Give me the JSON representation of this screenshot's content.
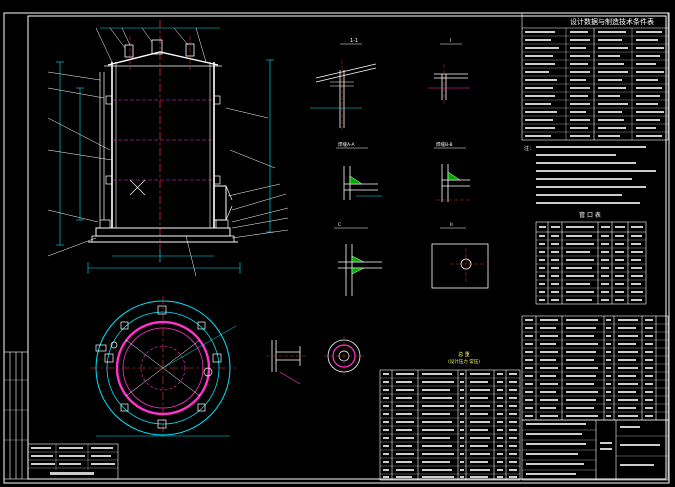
{
  "colors": {
    "background": "#000000",
    "frame": "#ffffff",
    "vessel": "#ffffff",
    "centerline": "#ff3333",
    "dimension": "#00e5ff",
    "plan_ring": "#00e5ff",
    "plan_inner": "#ff33cc",
    "table_line": "#ffffff",
    "table_text": "#ffff66"
  },
  "title_tables": {
    "design_spec": {
      "title": "设计数据与制造技术条件表"
    },
    "nozzle_table": {
      "title": "管 口 表"
    },
    "bom_caption": {
      "label": "总 重",
      "sub": "(设计压力 常压)"
    }
  },
  "section_labels": {
    "top_flange": "1-1",
    "corner_detail": "I",
    "weld_detail_a": "焊缝A-A",
    "weld_detail_b": "焊缝B-B",
    "detail_c": "C",
    "lug_detail": "II"
  },
  "notes_header": "注："
}
